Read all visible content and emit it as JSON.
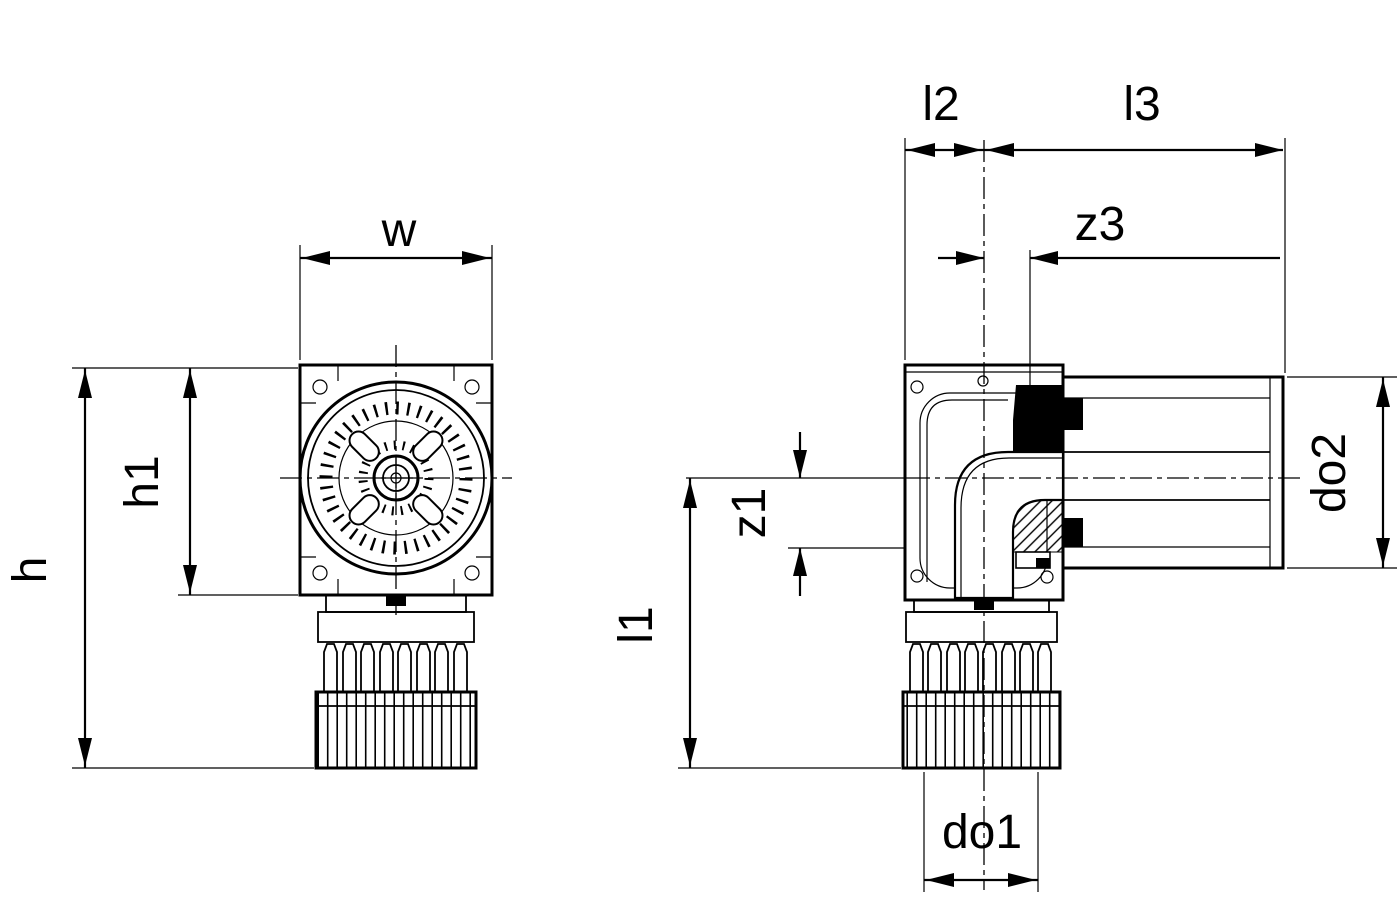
{
  "colors": {
    "ink": "#000000",
    "background": "#ffffff"
  },
  "drawing": {
    "type": "technical-dimension-drawing",
    "views": [
      "front-view",
      "side-section-view"
    ],
    "dimension_labels": [
      "w",
      "h",
      "h1",
      "l1",
      "l2",
      "l3",
      "z1",
      "z3",
      "do1",
      "do2"
    ]
  },
  "labels": {
    "w": "w",
    "h": "h",
    "h1": "h1",
    "l1": "l1",
    "l2": "l2",
    "l3": "l3",
    "z1": "z1",
    "z3": "z3",
    "do1": "do1",
    "do2": "do2"
  }
}
